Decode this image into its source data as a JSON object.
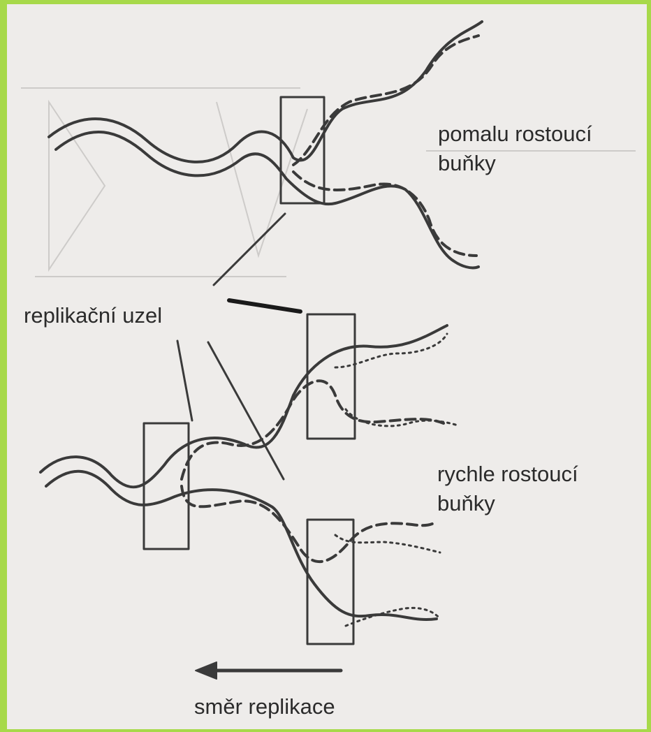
{
  "labels": {
    "slow_cells_line1": "pomalu rostoucí",
    "slow_cells_line2": "buňky",
    "replication_node": "replikační uzel",
    "fast_cells_line1": "rychle rostoucí",
    "fast_cells_line2": "buňky",
    "direction": "směr replikace"
  },
  "colors": {
    "frame_border": "#a7d94a",
    "paper": "#eeecea",
    "ink": "#3a3a3a",
    "ghost_text": "#b9b7b5"
  }
}
